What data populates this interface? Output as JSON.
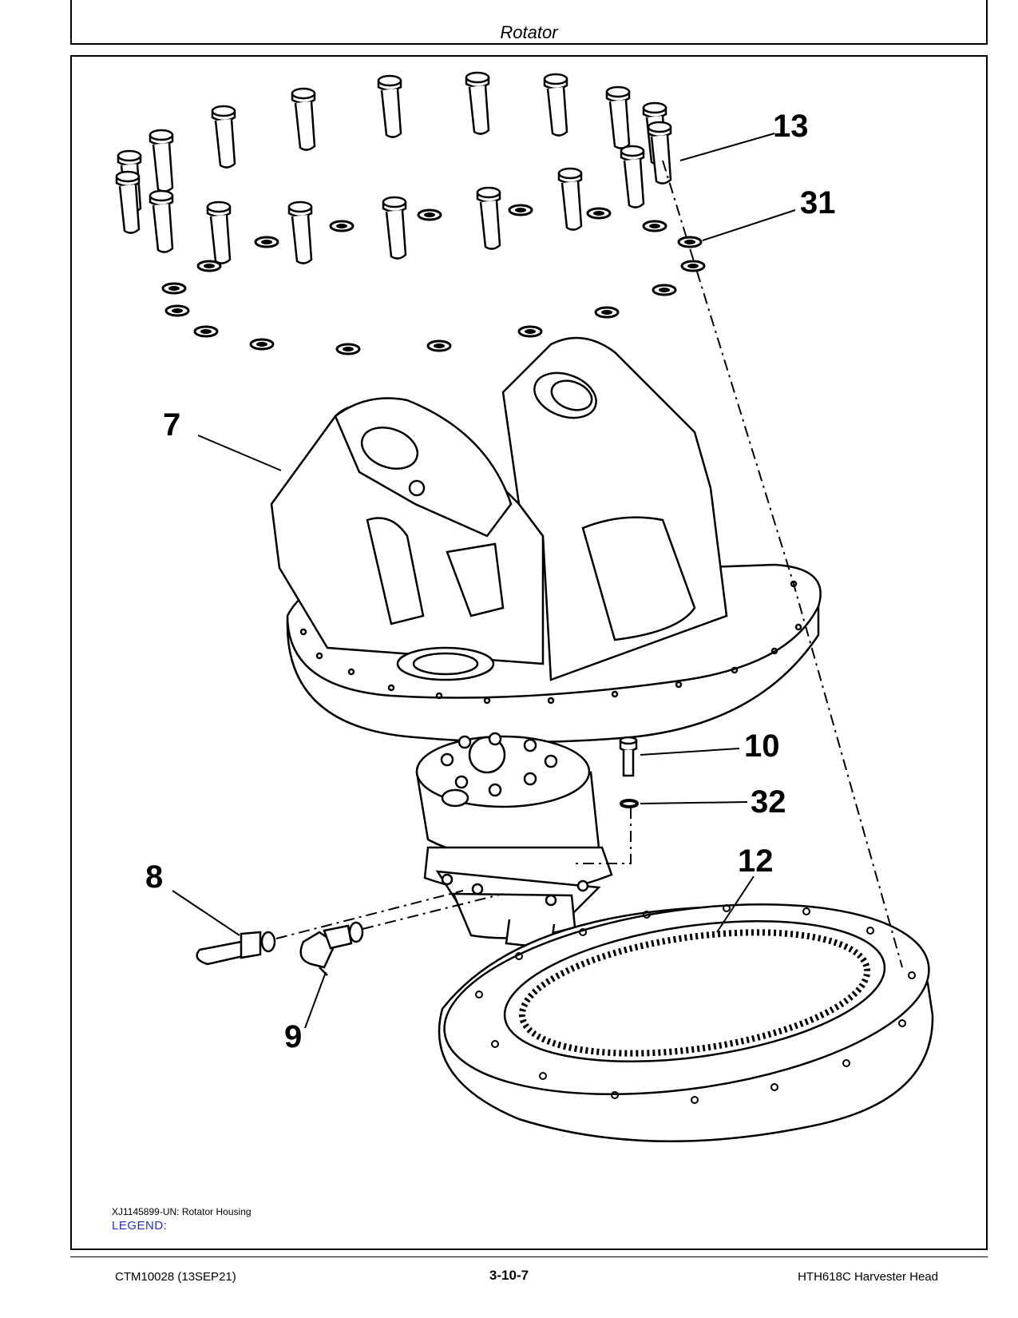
{
  "header": {
    "title": "Rotator"
  },
  "figure": {
    "callouts": [
      "13",
      "31",
      "7",
      "10",
      "32",
      "12",
      "8",
      "9"
    ],
    "caption": "XJ1145899-UN: Rotator Housing",
    "legend": "LEGEND:"
  },
  "footer": {
    "doc_id": "CTM10028 (13SEP21)",
    "page": "3-10-7",
    "product": "HTH618C Harvester Head"
  }
}
